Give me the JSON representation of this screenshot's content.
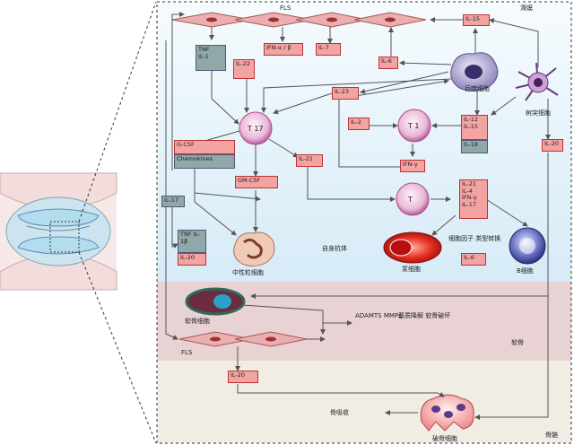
{
  "regions": {
    "synovium": "滑膜",
    "cartilage": "软骨",
    "bone": "骨骼"
  },
  "cells": {
    "fls_top": "FLS",
    "fls_bottom": "FLS",
    "macrophage": "巨噬细胞",
    "dendritic": "树突细胞",
    "th17": "T 17",
    "th1": "T 1",
    "treg": "T",
    "neutrophil": "中性粒细胞",
    "plasma": "浆细胞",
    "bcell": "B细胞",
    "chondrocyte": "软骨细胞",
    "osteoclast": "破骨细胞"
  },
  "boxes": {
    "il15_top": "IL-15",
    "tnf_il1": "TNF\nIL-1",
    "il22": "IL-22",
    "ifn_top": "IFN-α / β",
    "il7": "IL-7",
    "il6_top": "IL-6",
    "il23": "IL-23",
    "il2": "IL-2",
    "mac_il12": "IL-12\nIL-15",
    "mac_il18": "IL-18",
    "il20_right": "IL-20",
    "gcsf": "G-CSF",
    "chemokines": "Chemokines",
    "il21": "IL-21",
    "ifng": "IFN-γ",
    "gmcsf": "GM-CSF",
    "il17_left": "IL-17",
    "tfh": "IL-21\nIL-4\nIFN-γ\nIL-17",
    "neut_tnf": "TNF IL-\n1β",
    "neut_il20": "IL-20",
    "il6_plasma": "IL-6",
    "il20_bottom": "IL-20"
  },
  "labels": {
    "autoantibody": "自身抗体",
    "cytokine_switch": "细胞因子\n类型转换",
    "adamts": "ADAMTS\nMMPs",
    "cartilage_result": "基质降解\n软骨破坏",
    "bone_resorption": "骨吸收"
  },
  "colors": {
    "synovium_bg": "#dceef8",
    "cartilage_bg": "#e9d2d4",
    "bone_bg": "#f1ece4",
    "box_fill": "#f4a3a3",
    "box_grey": "#8fa9a9",
    "arrow": "#555555"
  }
}
